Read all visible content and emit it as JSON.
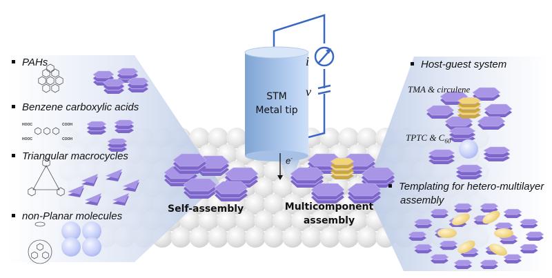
{
  "left_panel": {
    "items": [
      {
        "label": "PAHs"
      },
      {
        "label": "Benzene carboxylic acids"
      },
      {
        "label": "Triangular macrocycles"
      },
      {
        "label": "non-Planar molecules"
      }
    ],
    "chem_labels": {
      "acid_left_top": "HOOC",
      "acid_left_bottom": "HOOC",
      "acid_right_top": "COOH",
      "acid_right_bottom": "COOH"
    }
  },
  "right_panel": {
    "items": [
      {
        "label": "Host-guest system"
      },
      {
        "label": "Templating for hetero-multilayer"
      },
      {
        "label": "assembly"
      }
    ],
    "examples": [
      {
        "label": "TMA & circulene"
      },
      {
        "label": "TPTC & C",
        "sub": "60"
      }
    ]
  },
  "center": {
    "tip_line1": "STM",
    "tip_line2": "Metal tip",
    "current_symbol": "i",
    "voltage_symbol": "v",
    "electron_symbol": "e",
    "electron_sup": "-",
    "self_assembly": "Self-assembly",
    "multi_line1": "Multicomponent",
    "multi_line2": "assembly"
  },
  "colors": {
    "hexagon": "#a995e6",
    "hexagon_dark": "#7d66c9",
    "gold": "#f2d479",
    "circuit": "#3a66c4",
    "tip": "#8fb3e0",
    "panel": "#c5d3ec"
  }
}
